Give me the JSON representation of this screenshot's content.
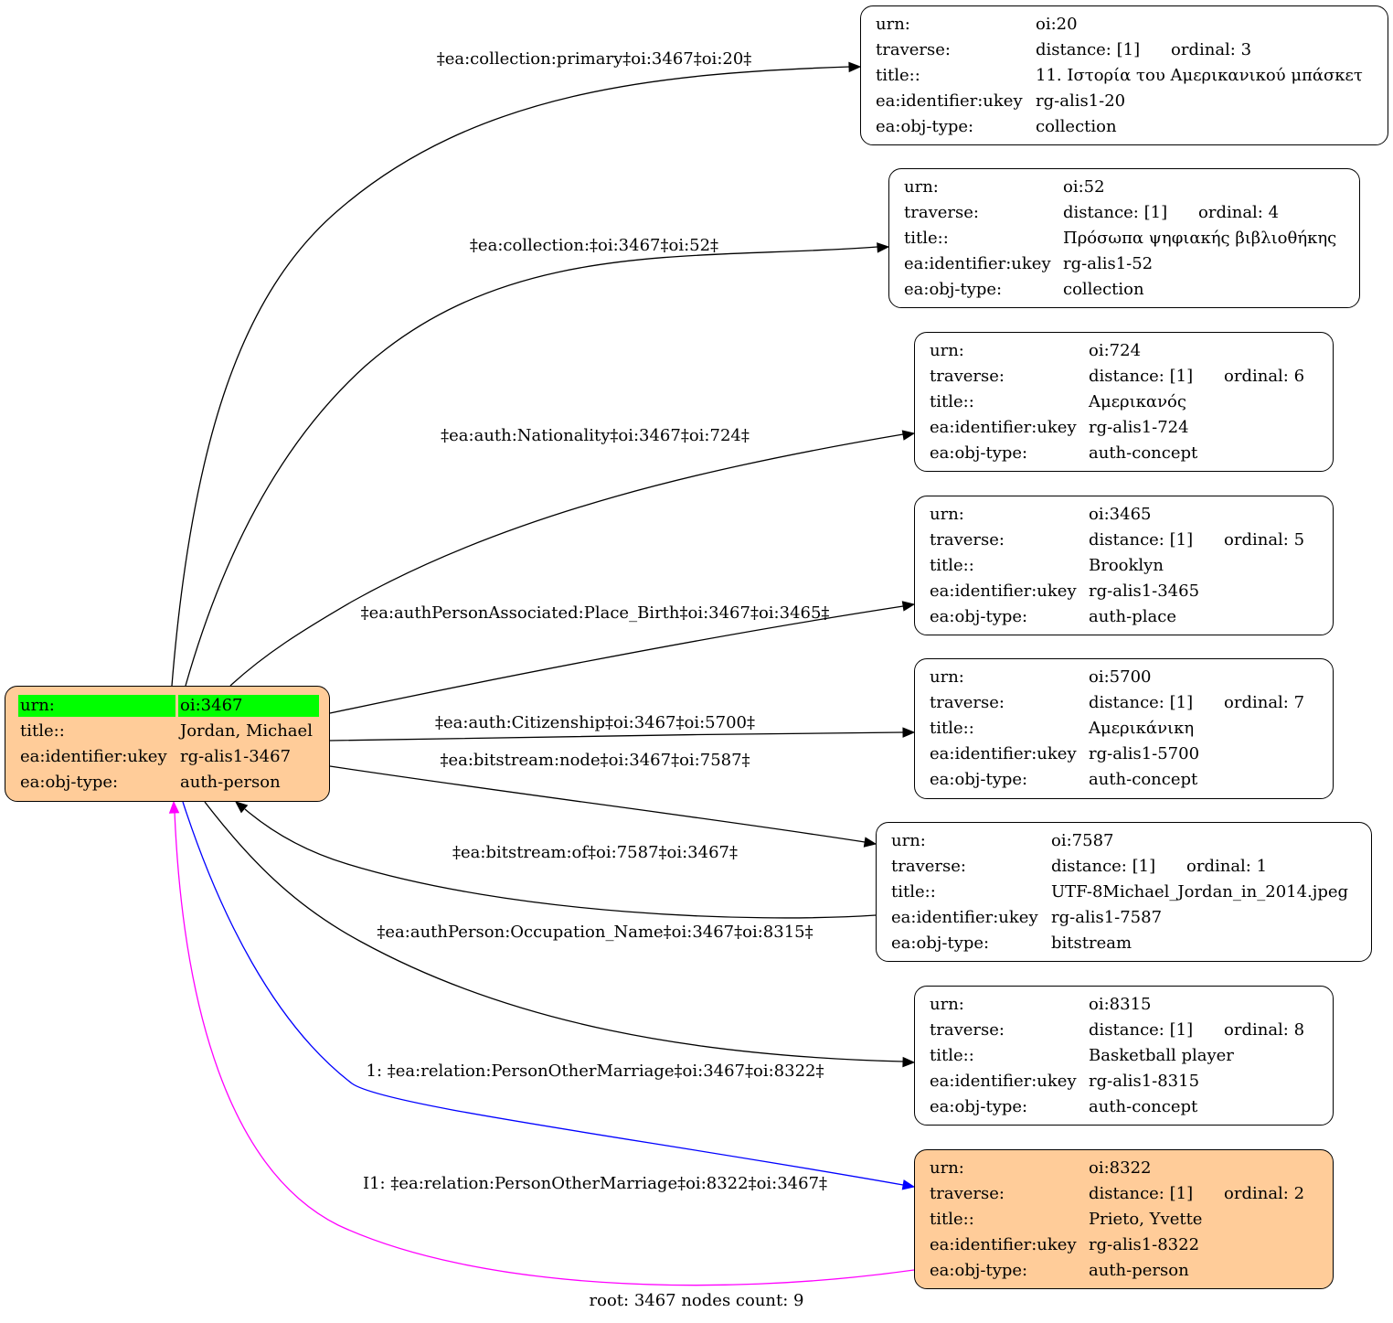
{
  "root": {
    "rows": [
      {
        "key": "urn:",
        "value": "oi:3467"
      },
      {
        "key": "title::",
        "value": "Jordan, Michael"
      },
      {
        "key": "ea:identifier:ukey",
        "value": "rg-alis1-3467"
      },
      {
        "key": "ea:obj-type:",
        "value": "auth-person"
      }
    ],
    "urn_highlight_color": "#00ff00",
    "fill": "#ffcc99"
  },
  "nodes": [
    {
      "urn": "oi:20",
      "distance": "distance: [1]",
      "ordinal": "ordinal: 3",
      "title": "11. Ιστορία του Αμερικανικού μπάσκετ",
      "ukey": "rg-alis1-20",
      "type": "collection",
      "highlighted": false
    },
    {
      "urn": "oi:52",
      "distance": "distance: [1]",
      "ordinal": "ordinal: 4",
      "title": "Πρόσωπα ψηφιακής βιβλιοθήκης",
      "ukey": "rg-alis1-52",
      "type": "collection",
      "highlighted": false
    },
    {
      "urn": "oi:724",
      "distance": "distance: [1]",
      "ordinal": "ordinal: 6",
      "title": "Αμερικανός",
      "ukey": "rg-alis1-724",
      "type": "auth-concept",
      "highlighted": false
    },
    {
      "urn": "oi:3465",
      "distance": "distance: [1]",
      "ordinal": "ordinal: 5",
      "title": "Brooklyn",
      "ukey": "rg-alis1-3465",
      "type": "auth-place",
      "highlighted": false
    },
    {
      "urn": "oi:5700",
      "distance": "distance: [1]",
      "ordinal": "ordinal: 7",
      "title": "Αμερικάνικη",
      "ukey": "rg-alis1-5700",
      "type": "auth-concept",
      "highlighted": false
    },
    {
      "urn": "oi:7587",
      "distance": "distance: [1]",
      "ordinal": "ordinal: 1",
      "title": "UTF-8Michael_Jordan_in_2014.jpeg",
      "ukey": "rg-alis1-7587",
      "type": "bitstream",
      "highlighted": false
    },
    {
      "urn": "oi:8315",
      "distance": "distance: [1]",
      "ordinal": "ordinal: 8",
      "title": "Basketball player",
      "ukey": "rg-alis1-8315",
      "type": "auth-concept",
      "highlighted": false
    },
    {
      "urn": "oi:8322",
      "distance": "distance: [1]",
      "ordinal": "ordinal: 2",
      "title": "Prieto, Yvette",
      "ukey": "rg-alis1-8322",
      "type": "auth-person",
      "highlighted": true
    }
  ],
  "field_labels": {
    "urn": "urn:",
    "traverse": "traverse:",
    "title": "title::",
    "ukey": "ea:identifier:ukey",
    "type": "ea:obj-type:"
  },
  "edges": [
    {
      "label": "‡ea:collection:primary‡oi:3467‡oi:20‡",
      "color": "#000000"
    },
    {
      "label": "‡ea:collection:‡oi:3467‡oi:52‡",
      "color": "#000000"
    },
    {
      "label": "‡ea:auth:Nationality‡oi:3467‡oi:724‡",
      "color": "#000000"
    },
    {
      "label": "‡ea:authPersonAssociated:Place_Birth‡oi:3467‡oi:3465‡",
      "color": "#000000"
    },
    {
      "label": "‡ea:auth:Citizenship‡oi:3467‡oi:5700‡",
      "color": "#000000"
    },
    {
      "label": "‡ea:bitstream:node‡oi:3467‡oi:7587‡",
      "color": "#000000"
    },
    {
      "label": "‡ea:bitstream:of‡oi:7587‡oi:3467‡",
      "color": "#000000"
    },
    {
      "label": "‡ea:authPerson:Occupation_Name‡oi:3467‡oi:8315‡",
      "color": "#000000"
    },
    {
      "label": "1: ‡ea:relation:PersonOtherMarriage‡oi:3467‡oi:8322‡",
      "color": "#0000ff"
    },
    {
      "label": "I1: ‡ea:relation:PersonOtherMarriage‡oi:8322‡oi:3467‡",
      "color": "#ff00ff"
    }
  ],
  "caption": "root: 3467 nodes count: 9"
}
